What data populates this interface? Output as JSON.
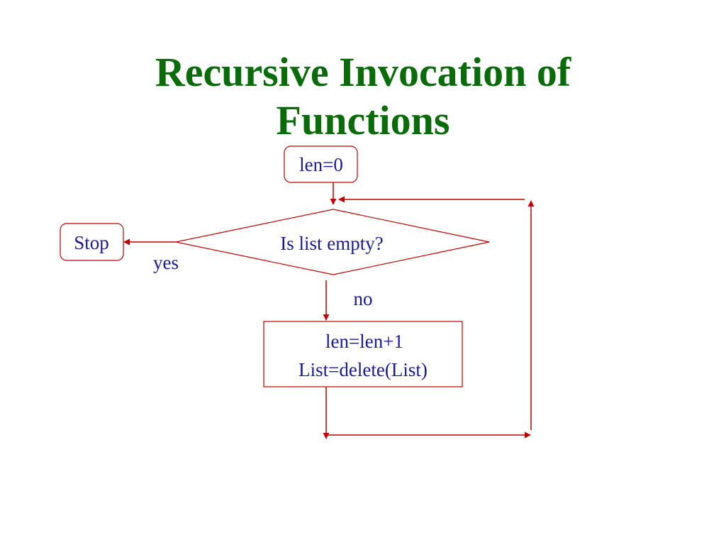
{
  "title": {
    "line1": "Recursive Invocation of",
    "line2": "Functions"
  },
  "flowchart": {
    "init_label": "len=0",
    "decision_label": "Is list empty?",
    "stop_label": "Stop",
    "yes_label": "yes",
    "no_label": "no",
    "process_line1": "len=len+1",
    "process_line2": "List=delete(List)"
  },
  "colors": {
    "title": "#0a6b0a",
    "text": "#1a1a99",
    "lines": "#c00000"
  }
}
